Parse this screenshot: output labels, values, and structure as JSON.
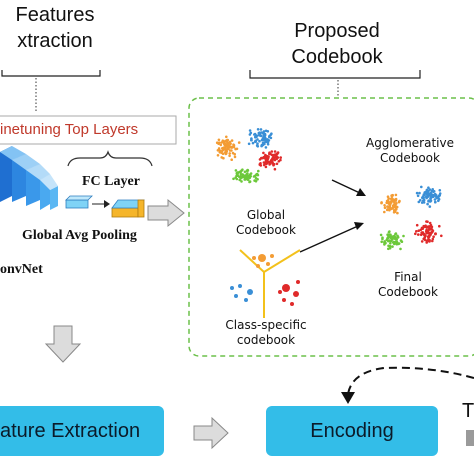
{
  "headers": {
    "features_line1": "Features",
    "features_line2": "xtraction",
    "proposed_line1": "Proposed",
    "proposed_line2": "Codebook"
  },
  "finetune_label": "inetuning Top Layers",
  "cnn": {
    "fc_label": "FC Layer",
    "gap_label": "Global Avg Pooling",
    "convnet_label": "onvNet"
  },
  "codebook": {
    "global_line1": "Global",
    "global_line2": "Codebook",
    "agglomerative_line1": "Agglomerative",
    "agglomerative_line2": "Codebook",
    "final_line1": "Final",
    "final_line2": "Codebook",
    "class_line1": "Class-specific",
    "class_line2": "codebook"
  },
  "bottom": {
    "feature_extraction": "ature Extraction",
    "encoding": "Encoding",
    "right_letter": "T"
  },
  "colors": {
    "cluster_orange": "#f39c34",
    "cluster_blue": "#3a8fd6",
    "cluster_red": "#e02a2a",
    "cluster_green": "#6cc83a",
    "dashed_border": "#6cc04a",
    "box_blue": "#33bde8",
    "finetune_text": "#c0392b"
  }
}
